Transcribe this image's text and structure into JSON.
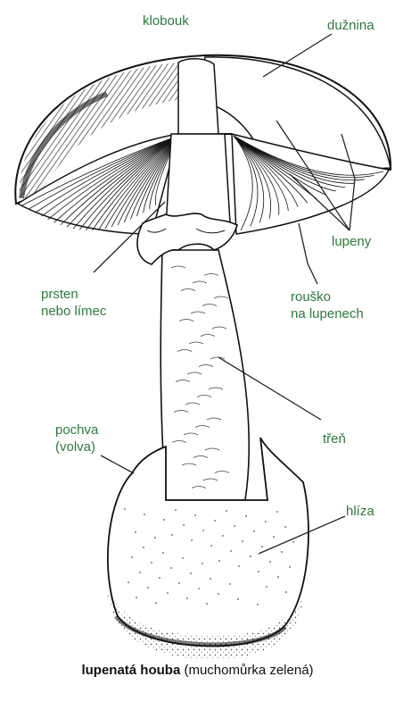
{
  "labels": {
    "klobouk": "klobouk",
    "duznina": "dužnina",
    "lupeny": "lupeny",
    "prsten_line1": "prsten",
    "prsten_line2": "nebo límec",
    "rousko_line1": "rouško",
    "rousko_line2": "na lupenech",
    "tren": "třeň",
    "pochva_line1": "pochva",
    "pochva_line2": "(volva)",
    "hliza": "hlíza"
  },
  "caption": {
    "bold": "lupenatá houba",
    "normal": "(muchomůrka zelená)"
  },
  "colors": {
    "label": "#2d7a3d",
    "ink": "#111111",
    "pointer": "#222222"
  }
}
